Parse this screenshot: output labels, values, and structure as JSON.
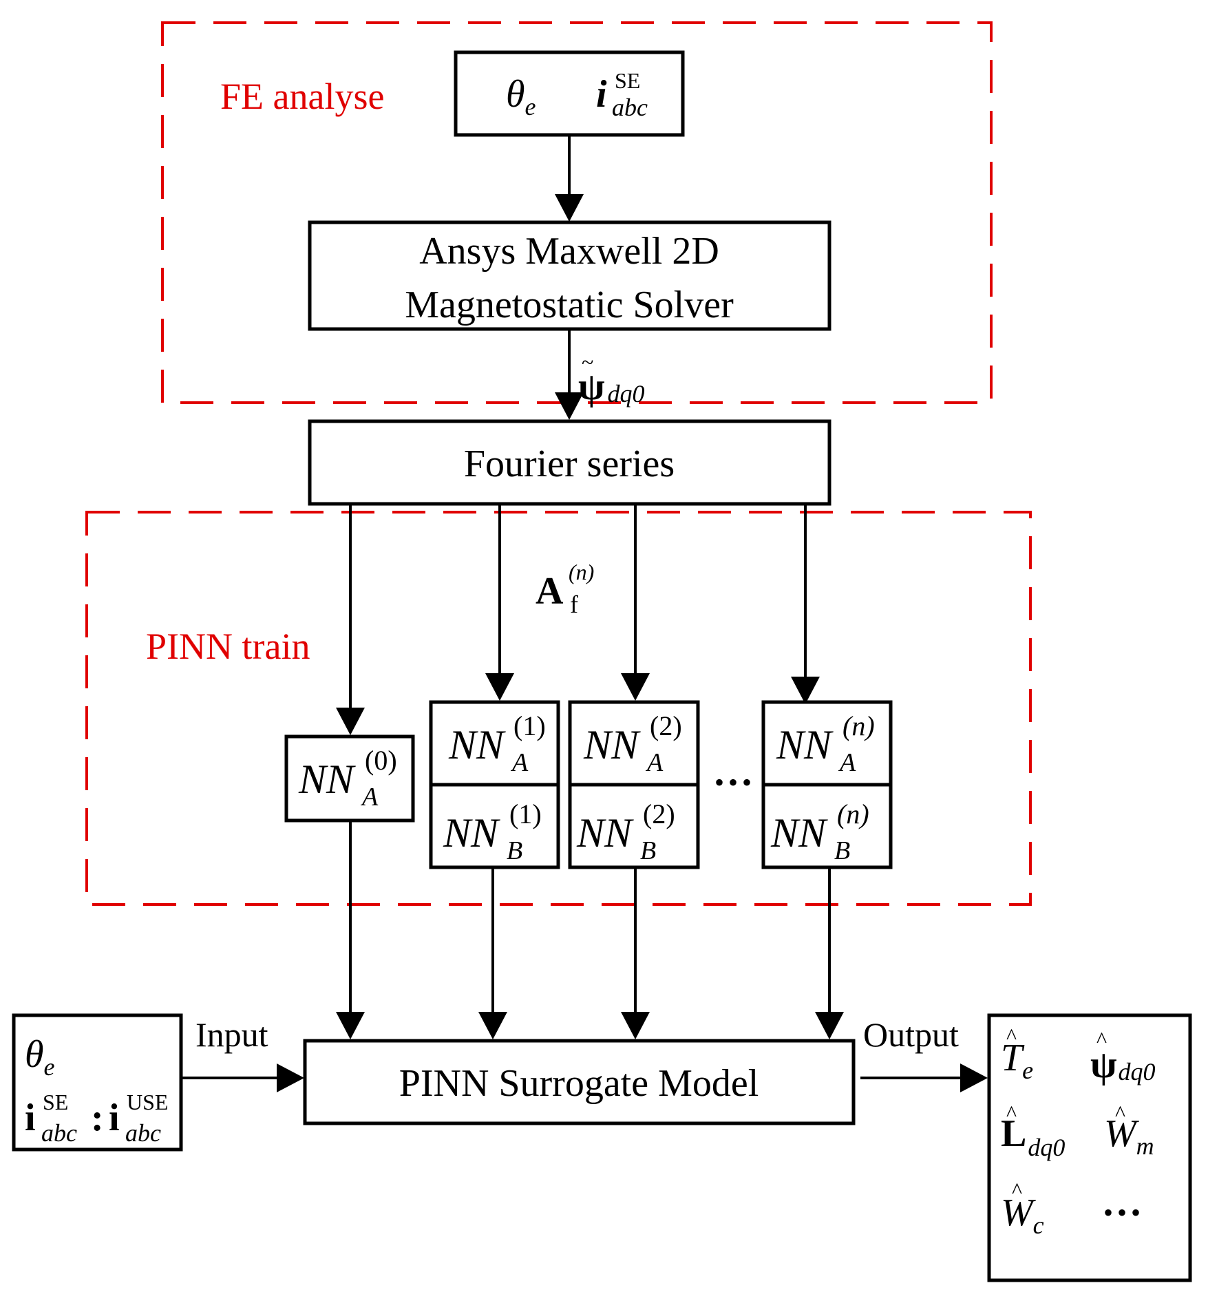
{
  "colors": {
    "region_dash": "#e00000",
    "stroke": "#000000",
    "background": "#ffffff"
  },
  "regions": {
    "fe_analyse": {
      "label": "FE analyse"
    },
    "pinn_train": {
      "label": "PINN train"
    }
  },
  "top_input": {
    "theta": "θ",
    "theta_sub": "e",
    "current": "i",
    "current_sup": "SE",
    "current_sub": "abc"
  },
  "solver": {
    "line1": "Ansys Maxwell 2D",
    "line2": "Magnetostatic Solver"
  },
  "flux_label": {
    "symbol": "ψ",
    "tilde": "~",
    "sub": "dq0"
  },
  "fourier": {
    "label": "Fourier series"
  },
  "coeff_label": {
    "symbol": "A",
    "sub": "f",
    "sup": "(n)"
  },
  "networks": {
    "nn0": {
      "base": "NN",
      "sub": "A",
      "sup": "(0)"
    },
    "col1": {
      "a_base": "NN",
      "a_sub": "A",
      "a_sup": "(1)",
      "b_base": "NN",
      "b_sub": "B",
      "b_sup": "(1)"
    },
    "col2": {
      "a_base": "NN",
      "a_sub": "A",
      "a_sup": "(2)",
      "b_base": "NN",
      "b_sub": "B",
      "b_sup": "(2)"
    },
    "coln": {
      "a_base": "NN",
      "a_sub": "A",
      "a_sup": "(n)",
      "b_base": "NN",
      "b_sub": "B",
      "b_sup": "(n)"
    },
    "ellipsis": "•••"
  },
  "input_box": {
    "theta": "θ",
    "theta_sub": "e",
    "i1": "i",
    "i1_sup": "SE",
    "i1_sub": "abc",
    "sep": ":",
    "i2": "i",
    "i2_sup": "USE",
    "i2_sub": "abc"
  },
  "input_label": "Input",
  "surrogate": {
    "label": "PINN Surrogate Model"
  },
  "output_label": "Output",
  "output_box": {
    "torque": "T",
    "torque_sub": "e",
    "flux": "ψ",
    "flux_sub": "dq0",
    "induct": "L",
    "induct_sub": "dq0",
    "wm": "W",
    "wm_sub": "m",
    "wc": "W",
    "wc_sub": "c",
    "hat": "^",
    "ellipsis": "•••"
  }
}
